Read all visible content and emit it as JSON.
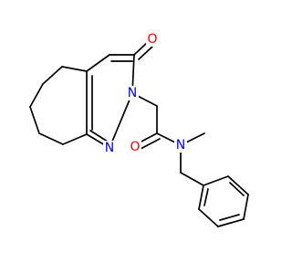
{
  "molecule": {
    "atoms": {
      "oxygen_carbonyl": {
        "symbol": "O",
        "color": "#ff0000"
      },
      "nitrogen_n2": {
        "symbol": "N",
        "color": "#0000ff"
      },
      "nitrogen_n1": {
        "symbol": "N",
        "color": "#0000ff"
      },
      "oxygen_amide": {
        "symbol": "O",
        "color": "#ff0000"
      },
      "nitrogen_amide": {
        "symbol": "N",
        "color": "#0000ff"
      }
    }
  }
}
